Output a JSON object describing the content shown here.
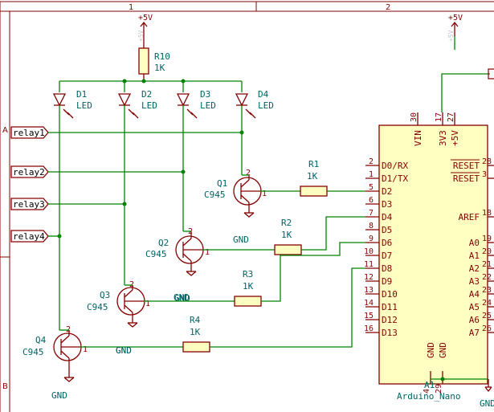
{
  "frame": {
    "col1": "1",
    "col2": "2",
    "rowA": "A",
    "rowB": "B"
  },
  "power": {
    "vcc": "+5V",
    "gnd": "GND"
  },
  "ghost": {
    "vcc": "+5V"
  },
  "resistors": [
    {
      "ref": "R10",
      "value": "1K"
    },
    {
      "ref": "R1",
      "value": "1K"
    },
    {
      "ref": "R2",
      "value": "1K"
    },
    {
      "ref": "R3",
      "value": "1K"
    },
    {
      "ref": "R4",
      "value": "1K"
    }
  ],
  "leds": [
    {
      "ref": "D1",
      "value": "LED"
    },
    {
      "ref": "D2",
      "value": "LED"
    },
    {
      "ref": "D3",
      "value": "LED"
    },
    {
      "ref": "D4",
      "value": "LED"
    }
  ],
  "transistors": [
    {
      "ref": "Q1",
      "value": "C945"
    },
    {
      "ref": "Q2",
      "value": "C945"
    },
    {
      "ref": "Q3",
      "value": "C945"
    },
    {
      "ref": "Q4",
      "value": "C945"
    }
  ],
  "labels": [
    "relay1",
    "relay2",
    "relay3",
    "relay4"
  ],
  "arduino": {
    "ref": "A1",
    "value": "Arduino_Nano",
    "top_pins": [
      {
        "name": "VIN",
        "num": "30"
      },
      {
        "name": "3V3",
        "num": "17"
      },
      {
        "name": "+5V",
        "num": "27"
      }
    ],
    "left_pins": [
      {
        "name": "D0/RX",
        "num": "2"
      },
      {
        "name": "D1/TX",
        "num": "1"
      },
      {
        "name": "D2",
        "num": "5"
      },
      {
        "name": "D3",
        "num": "6"
      },
      {
        "name": "D4",
        "num": "7"
      },
      {
        "name": "D5",
        "num": "8"
      },
      {
        "name": "D6",
        "num": "9"
      },
      {
        "name": "D7",
        "num": "10"
      },
      {
        "name": "D8",
        "num": "11"
      },
      {
        "name": "D9",
        "num": "12"
      },
      {
        "name": "D10",
        "num": "13"
      },
      {
        "name": "D11",
        "num": "14"
      },
      {
        "name": "D12",
        "num": "15"
      },
      {
        "name": "D13",
        "num": "16"
      }
    ],
    "right_pins": [
      {
        "name": "RESET",
        "num": "28"
      },
      {
        "name": "RESET",
        "num": "3"
      },
      {
        "name": "AREF",
        "num": "18"
      },
      {
        "name": "A0",
        "num": "19"
      },
      {
        "name": "A1",
        "num": "20"
      },
      {
        "name": "A2",
        "num": "21"
      },
      {
        "name": "A3",
        "num": "22"
      },
      {
        "name": "A4",
        "num": "23"
      },
      {
        "name": "A5",
        "num": "24"
      },
      {
        "name": "A6",
        "num": "25"
      },
      {
        "name": "A7",
        "num": "26"
      }
    ],
    "bottom_pins": [
      {
        "name": "GND",
        "num": "4"
      },
      {
        "name": "GND",
        "num": "29"
      }
    ]
  },
  "transistor_pins": {
    "b": "1",
    "c": "2",
    "e": "3"
  }
}
